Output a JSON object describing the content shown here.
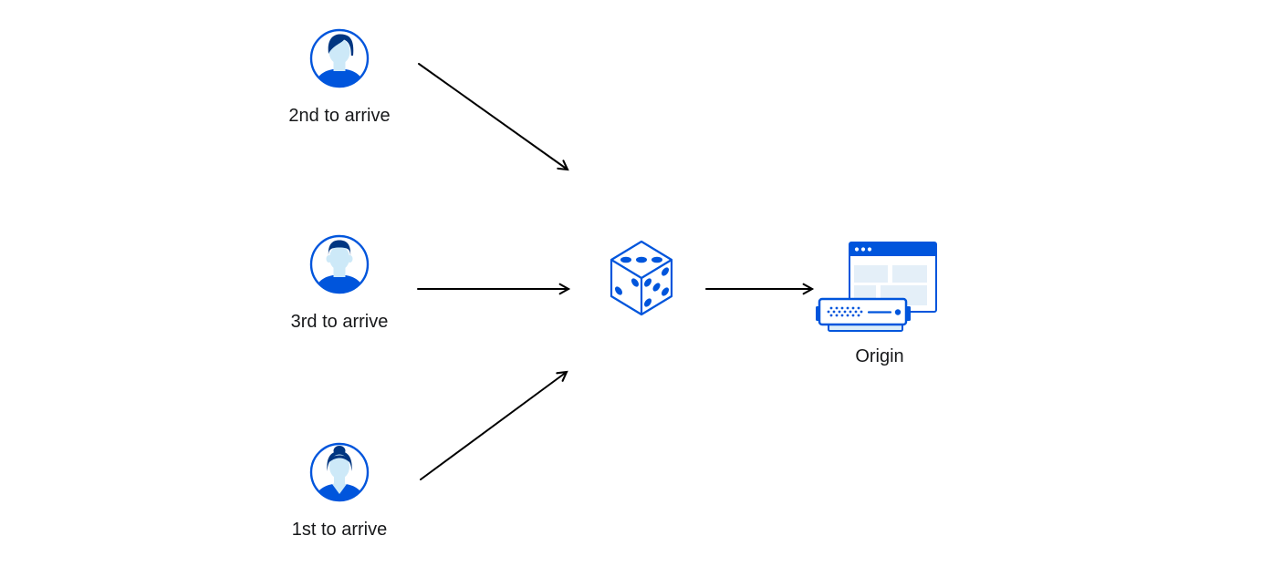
{
  "diagram": {
    "clients": [
      {
        "label": "2nd to arrive",
        "avatar_icon": "man-swoop-hair-avatar"
      },
      {
        "label": "3rd to arrive",
        "avatar_icon": "man-short-hair-avatar"
      },
      {
        "label": "1st to arrive",
        "avatar_icon": "woman-bun-hair-avatar"
      }
    ],
    "router": {
      "icon": "dice"
    },
    "origin": {
      "label": "Origin",
      "icon": "origin-server-browser-window"
    }
  },
  "colors": {
    "primary_blue": "#0055dc",
    "dark_navy": "#003681",
    "skin_light_blue": "#cde9f8",
    "pale_block_blue": "#e4eff8",
    "server_base_blue": "#dcedf9",
    "arrow_black": "#000000",
    "label_text": "#17181a",
    "background": "#ffffff"
  }
}
